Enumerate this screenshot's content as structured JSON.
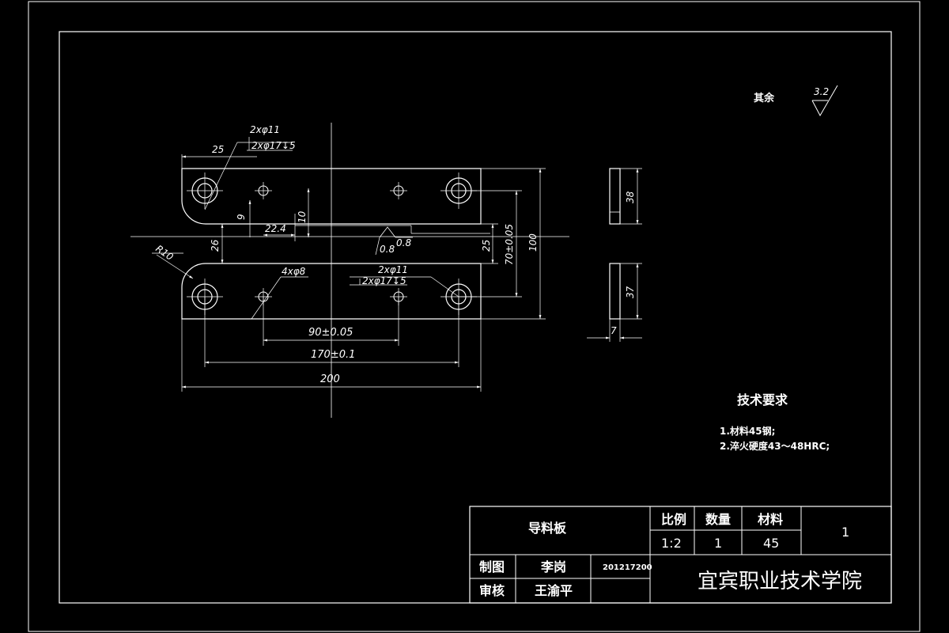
{
  "surface": {
    "label": "其余",
    "ra": "3.2"
  },
  "dims": {
    "hole_a1": "2xφ11",
    "hole_a2": "2xφ17↧5",
    "d25_top": "25",
    "d9": "9",
    "d10": "10",
    "d22_4": "22.4",
    "d26": "26",
    "r10": "R10",
    "ra08_left": "0.8",
    "ra08_right": "0.8",
    "d25_right": "25",
    "d70": "70±0.05",
    "d100": "100",
    "hole_b1": "2xφ11",
    "hole_b2": "2xφ17↧5",
    "hole_c": "4xφ8",
    "d90": "90±0.05",
    "d170": "170±0.1",
    "d200": "200",
    "d38": "38",
    "d37": "37",
    "d7": "7"
  },
  "requirements": {
    "title": "技术要求",
    "items": [
      "1.材料45钢;",
      "2.淬火硬度43～48HRC;"
    ]
  },
  "title_block": {
    "part_name": "导料板",
    "scale_label": "比例",
    "qty_label": "数量",
    "material_label": "材料",
    "scale": "1:2",
    "qty": "1",
    "material": "45",
    "sheet": "1",
    "drawn_label": "制图",
    "drawn_by": "李岗",
    "student_no": "201217200",
    "checked_label": "审核",
    "checked_by": "王渝平",
    "school": "宜宾职业技术学院"
  }
}
